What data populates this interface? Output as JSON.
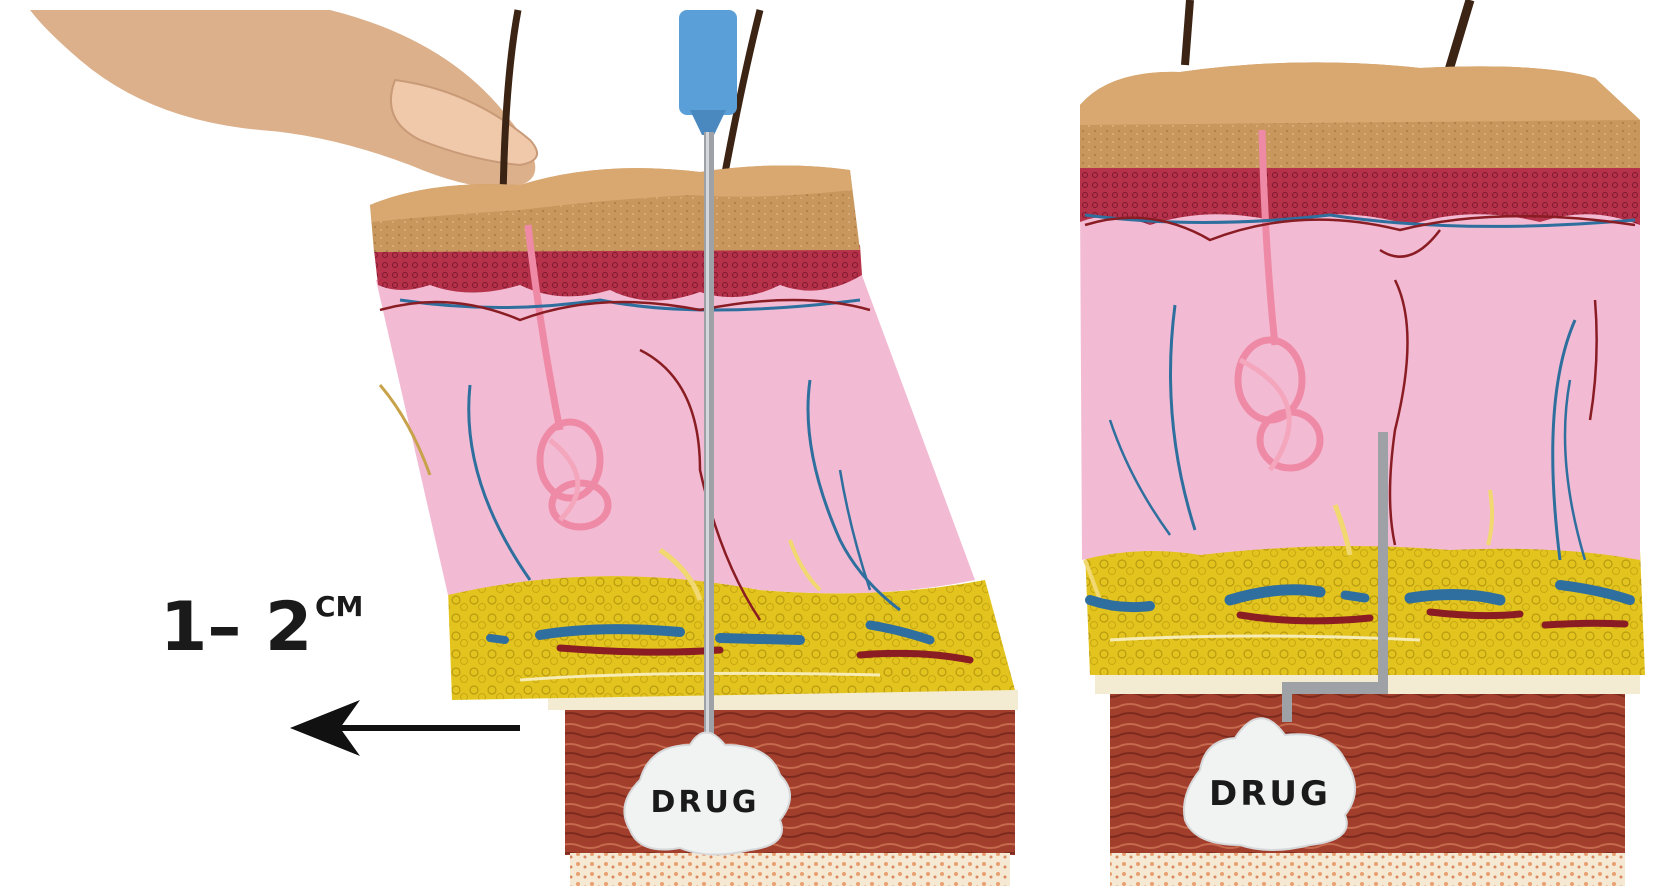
{
  "left_panel": {
    "shift_value": "1– 2",
    "shift_unit": "CM",
    "drug_label": "DRUG"
  },
  "right_panel": {
    "drug_label": "DRUG"
  },
  "colors": {
    "epidermis": "#c8975e",
    "dermis": "#f0b8d0",
    "papillary": "#b5324a",
    "fat": "#e0c21c",
    "muscle": "#a8442e",
    "fascia": "#f3ecd2",
    "drug": "#f1f2f2",
    "needle_hub": "#5b9fd8"
  }
}
